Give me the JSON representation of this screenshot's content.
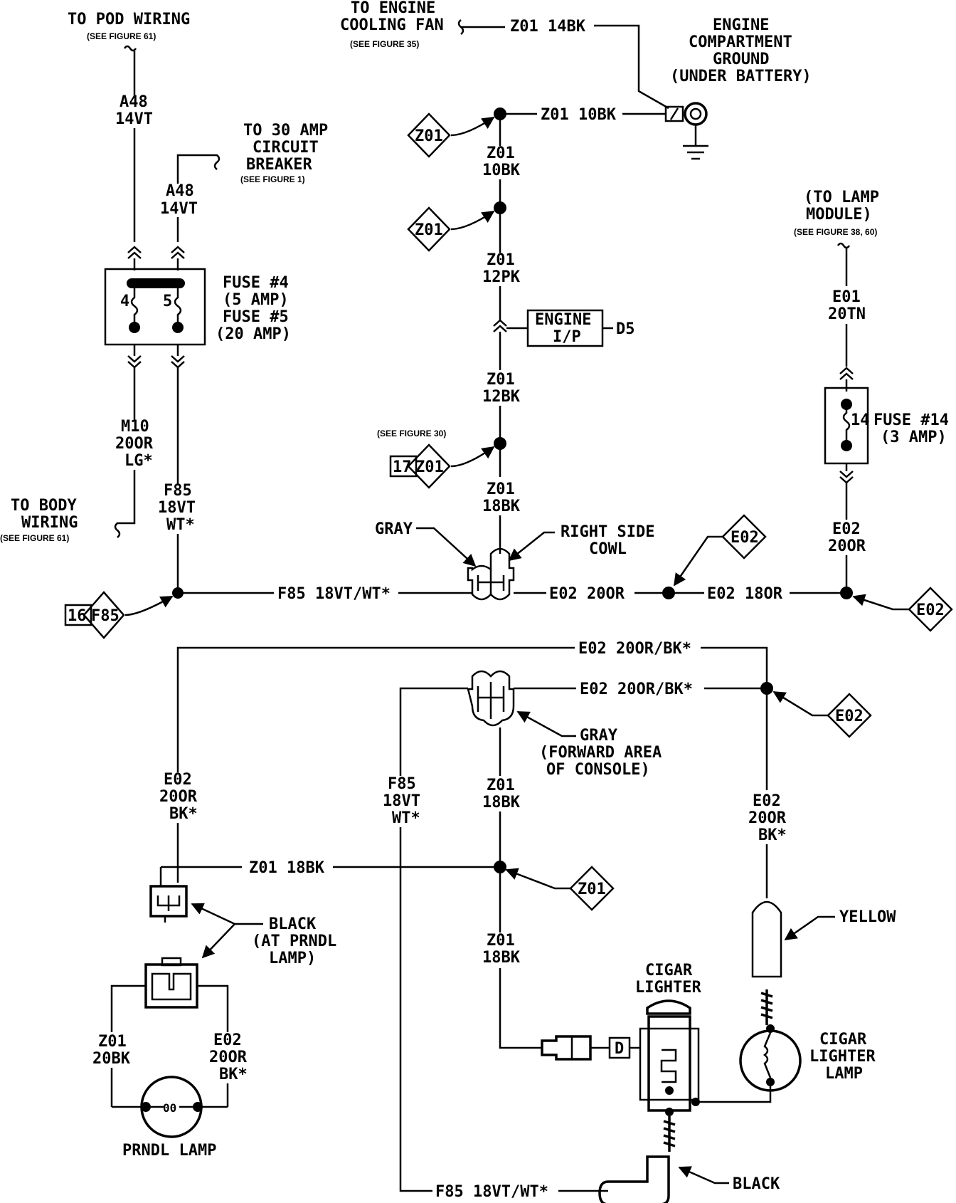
{
  "labels": {
    "pod_title": "TO POD WIRING",
    "pod_ref": "(SEE FIGURE 61)",
    "a48_top_code": "A48",
    "a48_top_gauge": "14VT",
    "cb_l1": "TO 30 AMP",
    "cb_l2": "CIRCUIT",
    "cb_l3": "BREAKER",
    "cb_ref": "(SEE FIGURE 1)",
    "a48_b_code": "A48",
    "a48_b_gauge": "14VT",
    "fuse_num_4": "4",
    "fuse_num_5": "5",
    "fuse_l1": "FUSE #4",
    "fuse_l2": "(5 AMP)",
    "fuse_l3": "FUSE #5",
    "fuse_l4": "(20  AMP)",
    "m10_code": "M10",
    "m10_gauge": "20OR",
    "m10_tracer": "LG*",
    "f85_code": "F85",
    "f85_gauge": "18VT",
    "f85_tracer": "WT*",
    "body_l1": "TO  BODY",
    "body_l2": "WIRING",
    "body_ref": "(SEE FIGURE 61)",
    "c16_num": "16",
    "c16_name": "F85",
    "f85_horiz": "F85 18VT/WT*",
    "fan_l1": "TO ENGINE",
    "fan_l2": "COOLING FAN",
    "fan_ref": "(SEE FIGURE 35)",
    "z01_14bk": "Z01 14BK",
    "gnd_l1": "ENGINE",
    "gnd_l2": "COMPARTMENT",
    "gnd_l3": "GROUND",
    "gnd_l4": "(UNDER BATTERY)",
    "z01_10bk_h": "Z01 10BK",
    "z01_a": "Z01",
    "z01_code_1": "Z01",
    "z01_gauge_1": "10BK",
    "z01_b": "Z01",
    "z01_code_2": "Z01",
    "z01_gauge_2": "12PK",
    "eng_ip_l1": "ENGINE",
    "eng_ip_l2": "I/P",
    "d5": "D5",
    "z01_code_3": "Z01",
    "z01_gauge_3": "12BK",
    "fig30_ref": "(SEE FIGURE 30)",
    "c17_num": "17",
    "c17_name": "Z01",
    "z01_code_4": "Z01",
    "z01_gauge_4": "18BK",
    "gray": "GRAY",
    "cowl_l1": "RIGHT SIDE",
    "cowl_l2": "COWL",
    "e02_20or_h": "E02 20OR",
    "e02_18or_h": "E02 18OR",
    "e02_a": "E02",
    "lamp_mod_l1": "(TO LAMP",
    "lamp_mod_l2": "MODULE)",
    "lamp_mod_ref": "(SEE FIGURE 38, 60)",
    "e01_code": "E01",
    "e01_gauge": "20TN",
    "fuse14_num": "14",
    "fuse14_l1": "FUSE #14",
    "fuse14_l2": "(3 AMP)",
    "e02_code_r": "E02",
    "e02_gauge_r": "20OR",
    "e02_b": "E02",
    "e02_20orbk_top": "E02 20OR/BK*",
    "e02_20orbk_2": "E02 20OR/BK*",
    "e02_c": "E02",
    "gray2_l1": "GRAY",
    "gray2_l2": "(FORWARD AREA",
    "gray2_l3": "OF CONSOLE)",
    "e02_left_code": "E02",
    "e02_left_gauge": "20OR",
    "e02_left_tracer": "BK*",
    "f85_mid_code": "F85",
    "f85_mid_gauge": "18VT",
    "f85_mid_tracer": "WT*",
    "z01_code_5": "Z01",
    "z01_gauge_5": "18BK",
    "e02_right_code": "E02",
    "e02_right_gauge": "20OR",
    "e02_right_tracer": "BK*",
    "z01_18bk_h": "Z01 18BK",
    "z01_d": "Z01",
    "black_l1": "BLACK",
    "black_l2": "(AT PRNDL",
    "black_l3": "LAMP)",
    "yellow": "YELLOW",
    "z01_code_6": "Z01",
    "z01_gauge_6": "18BK",
    "cigar_l1": "CIGAR",
    "cigar_l2": "LIGHTER",
    "cig_lamp_l1": "CIGAR",
    "cig_lamp_l2": "LIGHTER",
    "cig_lamp_l3": "LAMP",
    "z01_code_7": "Z01",
    "z01_gauge_7": "20BK",
    "e02_pl_code": "E02",
    "e02_pl_gauge": "20OR",
    "e02_pl_tracer": "BK*",
    "prndl_lamp": "PRNDL LAMP",
    "d_term": "D",
    "black2": "BLACK",
    "f85_bottom": "F85 18VT/WT*",
    "oo": "00"
  }
}
